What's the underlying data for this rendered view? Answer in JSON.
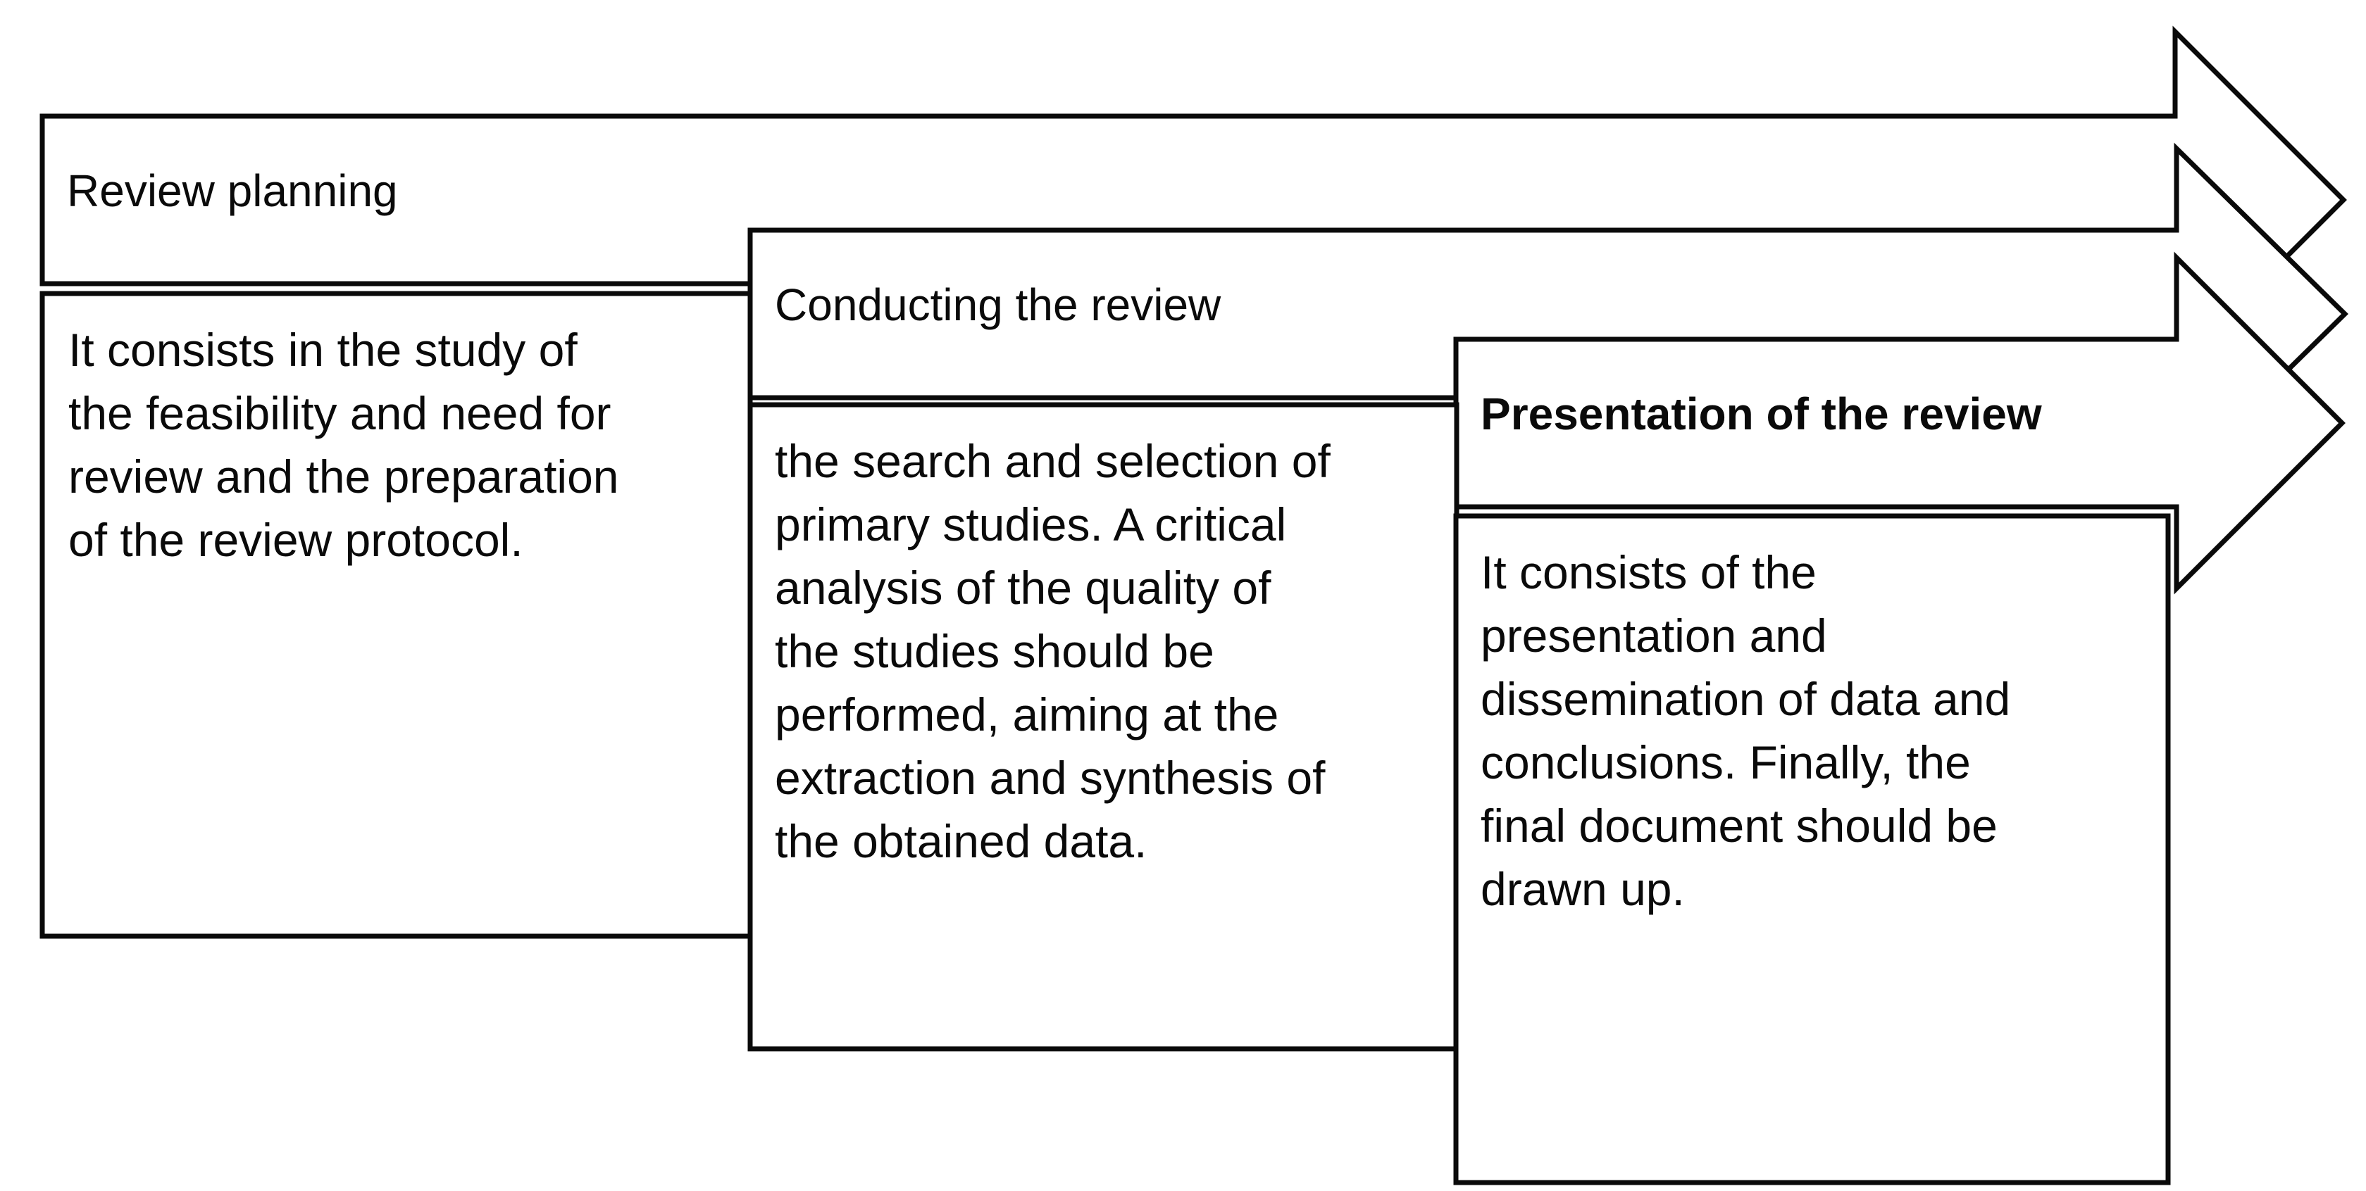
{
  "figure": {
    "background_color": "#ffffff",
    "outline_color": "#0a0a0a",
    "shape_fill": "#ffffff",
    "phases": [
      {
        "title": "Review planning",
        "title_bold": false,
        "description": "It consists in the study of\nthe feasibility and need for\nreview and the preparation\nof the review protocol."
      },
      {
        "title": "Conducting the review",
        "title_bold": false,
        "description": "the search and selection of\nprimary studies. A critical\nanalysis of the quality of\nthe studies should be\nperformed, aiming at the\nextraction and synthesis of\nthe obtained data."
      },
      {
        "title": "Presentation of the review",
        "title_bold": true,
        "description": "It consists of the\npresentation and\ndissemination of data and\nconclusions. Finally, the\nfinal document should be\ndrawn up."
      }
    ]
  }
}
